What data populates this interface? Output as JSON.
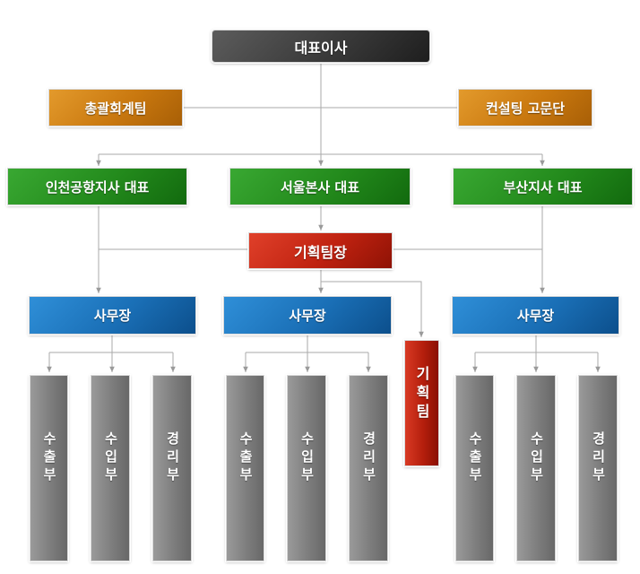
{
  "ceo": {
    "label": "대표이사"
  },
  "advisors": {
    "left": "총괄회계팀",
    "right": "컨설팅 고문단"
  },
  "branches": [
    {
      "label": "인천공항지사 대표"
    },
    {
      "label": "서울본사 대표"
    },
    {
      "label": "부산지사 대표"
    }
  ],
  "planning_lead": {
    "label": "기획팀장"
  },
  "planning_team": {
    "label": "기획팀"
  },
  "offices": [
    {
      "label": "사무장",
      "depts": [
        "수출부",
        "수입부",
        "경리부"
      ]
    },
    {
      "label": "사무장",
      "depts": [
        "수출부",
        "수입부",
        "경리부"
      ]
    },
    {
      "label": "사무장",
      "depts": [
        "수출부",
        "수입부",
        "경리부"
      ]
    }
  ],
  "colors": {
    "line": "#aaaaaa",
    "black": "#3a3a3a",
    "orange": "#c9780f",
    "green": "#238a1c",
    "red": "#bf2210",
    "blue": "#1a6fb6",
    "gray": "#7d7d7d"
  }
}
